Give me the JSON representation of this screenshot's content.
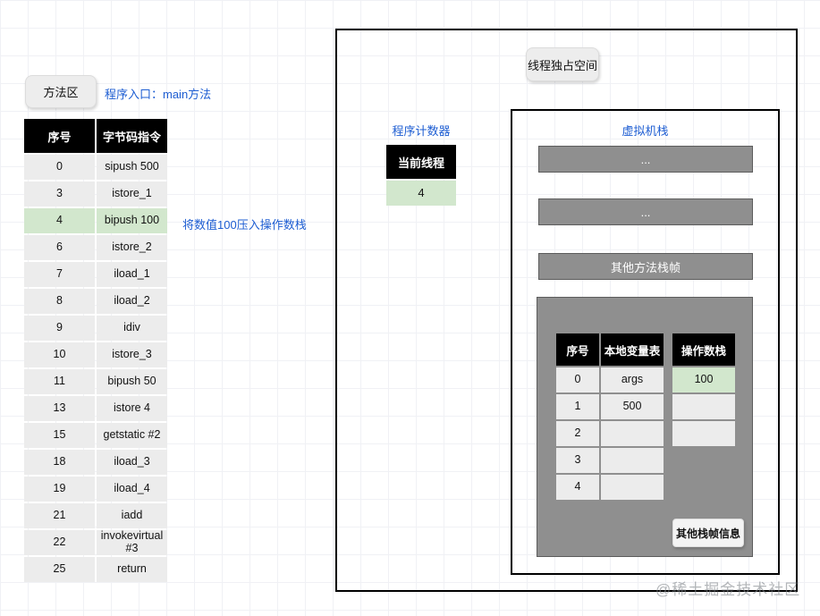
{
  "watermark": "@稀土掘金技术社区",
  "method_area": {
    "label": "方法区",
    "entry_note": "程序入口：main方法",
    "annotation": "将数值100压入操作数栈",
    "table": {
      "headers": [
        "序号",
        "字节码指令"
      ],
      "rows": [
        {
          "index": "0",
          "instruction": "sipush 500",
          "highlight": false
        },
        {
          "index": "3",
          "instruction": "istore_1",
          "highlight": false
        },
        {
          "index": "4",
          "instruction": "bipush 100",
          "highlight": true
        },
        {
          "index": "6",
          "instruction": "istore_2",
          "highlight": false
        },
        {
          "index": "7",
          "instruction": "iload_1",
          "highlight": false
        },
        {
          "index": "8",
          "instruction": "iload_2",
          "highlight": false
        },
        {
          "index": "9",
          "instruction": "idiv",
          "highlight": false
        },
        {
          "index": "10",
          "instruction": "istore_3",
          "highlight": false
        },
        {
          "index": "11",
          "instruction": "bipush 50",
          "highlight": false
        },
        {
          "index": "13",
          "instruction": "istore 4",
          "highlight": false
        },
        {
          "index": "15",
          "instruction": "getstatic #2",
          "highlight": false
        },
        {
          "index": "18",
          "instruction": "iload_3",
          "highlight": false
        },
        {
          "index": "19",
          "instruction": "iload_4",
          "highlight": false
        },
        {
          "index": "21",
          "instruction": "iadd",
          "highlight": false
        },
        {
          "index": "22",
          "instruction": "invokevirtual #3",
          "highlight": false
        },
        {
          "index": "25",
          "instruction": "return",
          "highlight": false
        }
      ]
    }
  },
  "program_counter": {
    "label": "程序计数器",
    "header": "当前线程",
    "value": "4"
  },
  "thread_space": {
    "label": "线程独占空间",
    "vm_stack": {
      "label": "虚拟机栈",
      "bars": [
        "...",
        "...",
        "其他方法栈帧"
      ],
      "frame": {
        "local_table": {
          "headers": [
            "序号",
            "本地变量表"
          ],
          "rows": [
            {
              "index": "0",
              "value": "args"
            },
            {
              "index": "1",
              "value": "500"
            },
            {
              "index": "2",
              "value": ""
            },
            {
              "index": "3",
              "value": ""
            },
            {
              "index": "4",
              "value": ""
            }
          ]
        },
        "operand_stack": {
          "header": "操作数栈",
          "rows": [
            {
              "value": "100",
              "highlight": true
            },
            {
              "value": "",
              "highlight": false
            },
            {
              "value": "",
              "highlight": false
            }
          ]
        },
        "other_info": "其他栈帧信息"
      }
    }
  },
  "colors": {
    "highlight_green": "#d2e7cd",
    "cell_gray": "#ececec",
    "bar_gray": "#8f8f8f",
    "header_black": "#000000",
    "accent_blue": "#1d5dd2",
    "box_border": "#000000"
  }
}
